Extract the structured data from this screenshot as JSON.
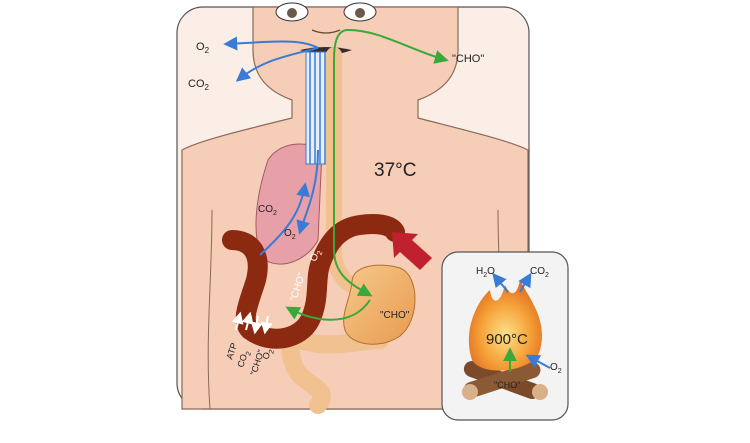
{
  "labels": {
    "o2_in": "O",
    "o2_in_sub": "2",
    "co2_out": "CO",
    "co2_out_sub": "2",
    "cho_food": "\"CHO\"",
    "body_temp": "37°C",
    "lung_co2": "CO",
    "lung_co2_sub": "2",
    "lung_o2": "O",
    "lung_o2_sub": "2",
    "blood_o2": "O",
    "blood_o2_sub": "2",
    "blood_cho": "\"CHO\"",
    "stomach_cho": "\"CHO\"",
    "tissue_atp": "ATP",
    "tissue_co2": "CO",
    "tissue_co2_sub": "2",
    "tissue_cho": "\"CHO\"",
    "tissue_o2": "O",
    "tissue_o2_sub": "2",
    "fire_h2o": "H",
    "fire_h2o_sub": "2",
    "fire_h2o_tail": "O",
    "fire_co2": "CO",
    "fire_co2_sub": "2",
    "fire_temp": "900°C",
    "fire_o2": "O",
    "fire_o2_sub": "2",
    "fire_cho": "\"CHO\""
  },
  "colors": {
    "skin": "#f6cdb6",
    "skin_line": "#8a6a5a",
    "oxygen_arrow": "#3a7bd5",
    "food_arrow": "#3aa83a",
    "blood_vessel": "#8b2a10",
    "stomach": "#f0b070",
    "lung": "#e8a0a8",
    "flame": "#f5a030",
    "log": "#7a4a2a",
    "indicator_arrow": "#c0212f"
  }
}
